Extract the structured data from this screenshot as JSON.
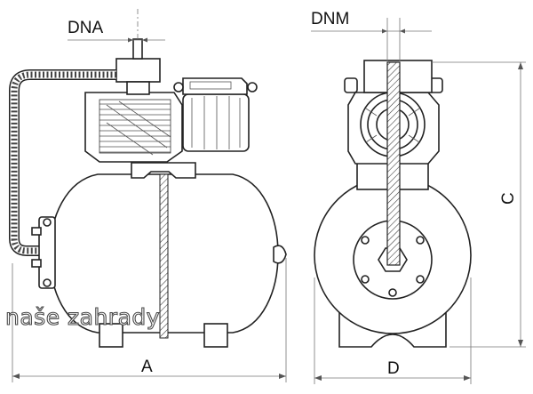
{
  "labels": {
    "dna": "DNA",
    "dnm": "DNM",
    "c": "C",
    "a": "A",
    "d": "D"
  },
  "watermark": "naše zahrady"
}
